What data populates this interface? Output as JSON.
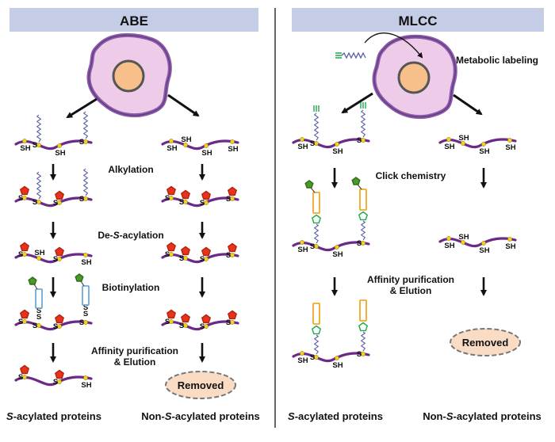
{
  "panels": {
    "abe": {
      "title": "ABE",
      "steps": [
        "Alkylation",
        "De-",
        "S",
        "-acylation",
        "Biotinylation",
        "Affinity purification",
        "& Elution"
      ],
      "removed": "Removed",
      "footer_left_italic": "S",
      "footer_left": "-acylated proteins",
      "footer_right_pre": "Non-",
      "footer_right_italic": "S",
      "footer_right": "-acylated proteins"
    },
    "mlcc": {
      "title": "MLCC",
      "metabolic": "Metabolic labeling",
      "steps": [
        "Click chemistry",
        "Affinity purification",
        "& Elution"
      ],
      "removed": "Removed",
      "footer_left_italic": "S",
      "footer_left": "-acylated proteins",
      "footer_right_pre": "Non-",
      "footer_right_italic": "S",
      "footer_right": "-acylated proteins"
    }
  },
  "labels": {
    "sh": "SH",
    "s": "S"
  },
  "colors": {
    "header": "#c5cde6",
    "cell_fill": "#eecbe8",
    "cell_border": "#8d5aa9",
    "nucleus": "#f7c08a",
    "protein": "#6b2a8a",
    "sulfur": "#f2d21a",
    "alkyl_tag": "#e8331c",
    "biotin_box": "#5aa0cf",
    "alkyne_box": "#f0a928",
    "lipid": "#5a5fa6",
    "alkyne_end": "#1fa84a",
    "azide_ring": "#1fa84a",
    "biotin_head": "#4a9a2a",
    "removed_fill": "#fadcc4"
  }
}
